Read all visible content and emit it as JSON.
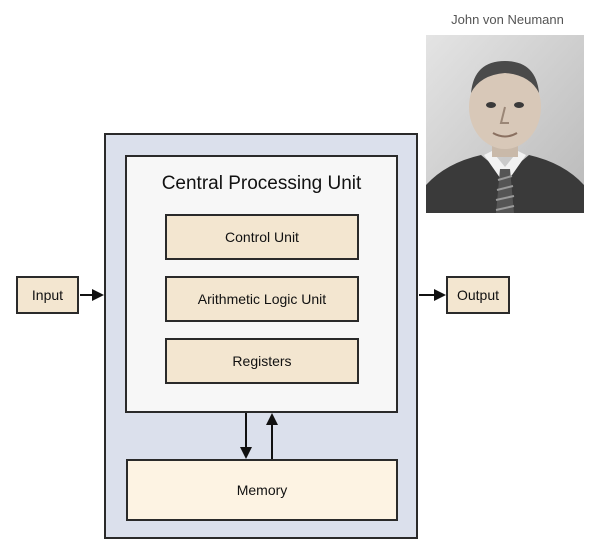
{
  "portrait": {
    "caption": "John von Neumann",
    "colors": {
      "photo_bg": "#cfcfcf",
      "suit": "#3a3a3a"
    }
  },
  "diagram": {
    "cpu_title": "Central Processing Unit",
    "units": [
      "Control Unit",
      "Arithmetic Logic Unit",
      "Registers"
    ],
    "memory_label": "Memory",
    "input_label": "Input",
    "output_label": "Output",
    "colors": {
      "outer_fill": "#dbe0ec",
      "cpu_fill": "#f7f7f7",
      "unit_fill": "#f3e6d0",
      "memory_fill": "#fdf3e3",
      "border": "#2a2a2a"
    }
  }
}
